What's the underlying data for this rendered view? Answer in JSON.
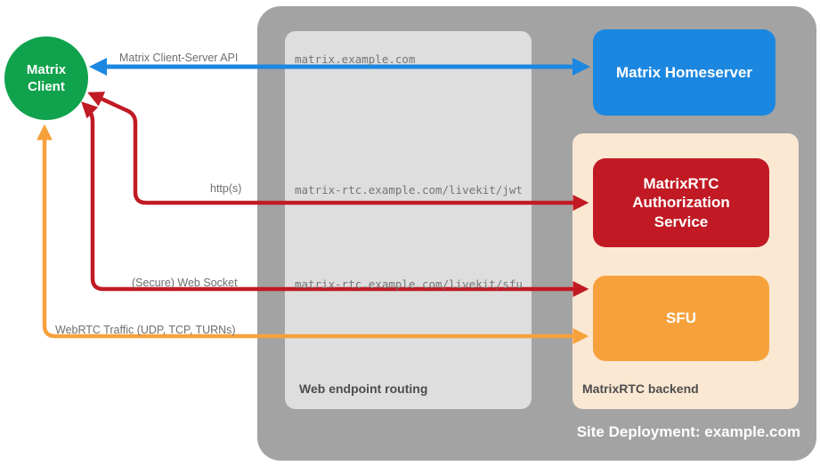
{
  "title": "Site Deployment: example.com",
  "nodes": {
    "client": {
      "label": "Matrix Client",
      "color": "#10a24c"
    },
    "homeserver": {
      "label": "Matrix Homeserver",
      "color": "#1c87e0"
    },
    "auth_service": {
      "label": "MatrixRTC Authorization Service",
      "color": "#c11a24"
    },
    "sfu": {
      "label": "SFU",
      "color": "#f7a13c"
    }
  },
  "groups": {
    "routing": {
      "label": "Web endpoint routing",
      "color": "#dedede"
    },
    "backend": {
      "label": "MatrixRTC backend",
      "color": "#fbe8d2"
    }
  },
  "endpoints": [
    "matrix.example.com",
    "matrix-rtc.example.com/livekit/jwt",
    "matrix-rtc.example.com/livekit/sfu"
  ],
  "arrows": [
    {
      "label": "Matrix Client-Server API",
      "from": "client",
      "to": "homeserver",
      "color": "#1c87e0"
    },
    {
      "label": "http(s)",
      "from": "client",
      "to": "auth_service",
      "color": "#c11a24"
    },
    {
      "label": "(Secure) Web Socket",
      "from": "client",
      "to": "sfu",
      "color": "#c11a24"
    },
    {
      "label": "WebRTC Traffic (UDP, TCP, TURNs)",
      "from": "client",
      "to": "sfu",
      "color": "#f7a13c"
    }
  ],
  "container_color": "#a3a3a3"
}
